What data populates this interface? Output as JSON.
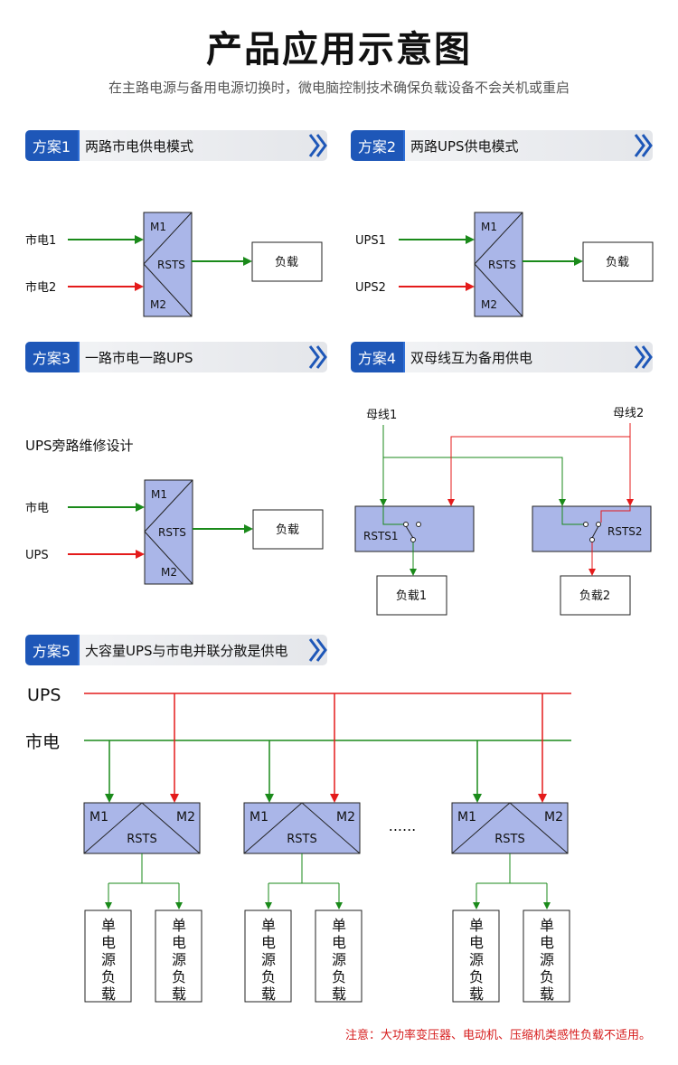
{
  "title": "产品应用示意图",
  "subtitle": "在主路电源与备用电源切换时，微电脑控制技术确保负载设备不会关机或重启",
  "colors": {
    "green": "#1a8a1a",
    "red": "#e41b1b",
    "box_fill": "#aab6e8",
    "badge": "#1e57b8"
  },
  "schemes": [
    {
      "badge": "方案1",
      "label": "两路市电供电模式",
      "input1": "市电1",
      "input2": "市电2",
      "m1": "M1",
      "m2": "M2",
      "rsts": "RSTS",
      "load": "负载"
    },
    {
      "badge": "方案2",
      "label": "两路UPS供电模式",
      "input1": "UPS1",
      "input2": "UPS2",
      "m1": "M1",
      "m2": "M2",
      "rsts": "RSTS",
      "load": "负载"
    },
    {
      "badge": "方案3",
      "label": "一路市电一路UPS",
      "caption": "UPS旁路维修设计",
      "input1": "市电",
      "input2": "UPS",
      "m1": "M1",
      "m2": "M2",
      "rsts": "RSTS",
      "load": "负载"
    },
    {
      "badge": "方案4",
      "label": "双母线互为备用供电",
      "bus1": "母线1",
      "bus2": "母线2",
      "rsts1": "RSTS1",
      "rsts2": "RSTS2",
      "load1": "负载1",
      "load2": "负载2"
    },
    {
      "badge": "方案5",
      "label": "大容量UPS与市电并联分散是供电",
      "ups": "UPS",
      "mains": "市电",
      "m1": "M1",
      "m2": "M2",
      "rsts": "RSTS",
      "dots": "......",
      "load_chars": [
        "单",
        "电",
        "源",
        "负",
        "载"
      ]
    }
  ],
  "note": "注意：大功率变压器、电动机、压缩机类感性负载不适用。"
}
